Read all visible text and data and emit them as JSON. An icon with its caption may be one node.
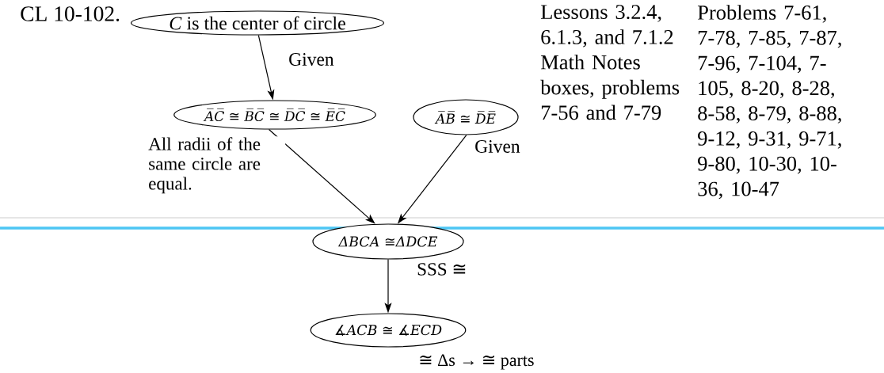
{
  "diagram": {
    "title": "CL 10-102.",
    "nodes": [
      {
        "text": [
          "*C* is the center of circle"
        ]
      },
      {
        "text": [
          "A̅C̅ ≅ B̅C̅ ≅ D̅C̅ ≅ E̅C̅"
        ]
      },
      {
        "text": [
          "A̅B̅ ≅ D̅E̅"
        ]
      },
      {
        "text": [
          "ΔBCA ≅ΔDCE"
        ]
      },
      {
        "text": [
          "∡ACB ≅ ∡ECD"
        ],
        "beside": [
          "≅ Δs → ≅ parts"
        ]
      }
    ],
    "edges": [
      {
        "from": 0,
        "to": 1,
        "arrow": "to",
        "label": "Given"
      },
      {
        "from": 1,
        "to": 3,
        "arrow": "to",
        "label": "All radii of the same circle are equal."
      },
      {
        "from": 2,
        "to": 3,
        "arrow": "to",
        "label": "Given"
      },
      {
        "from": 3,
        "to": 4,
        "arrow": "to",
        "label": "SSS ≅"
      }
    ],
    "labels": [
      "Lessons 3.2.4, 6.1.3, and 7.1.2 Math Notes boxes, problems 7-56 and 7-79",
      "Problems 7-61, 7-78, 7-85, 7-87, 7-96, 7-104, 7-105, 8-20, 8-28, 8-58, 8-79, 8-88, 9-12, 9-31, 9-71, 9-80, 10-30, 10-36, 10-47"
    ]
  }
}
